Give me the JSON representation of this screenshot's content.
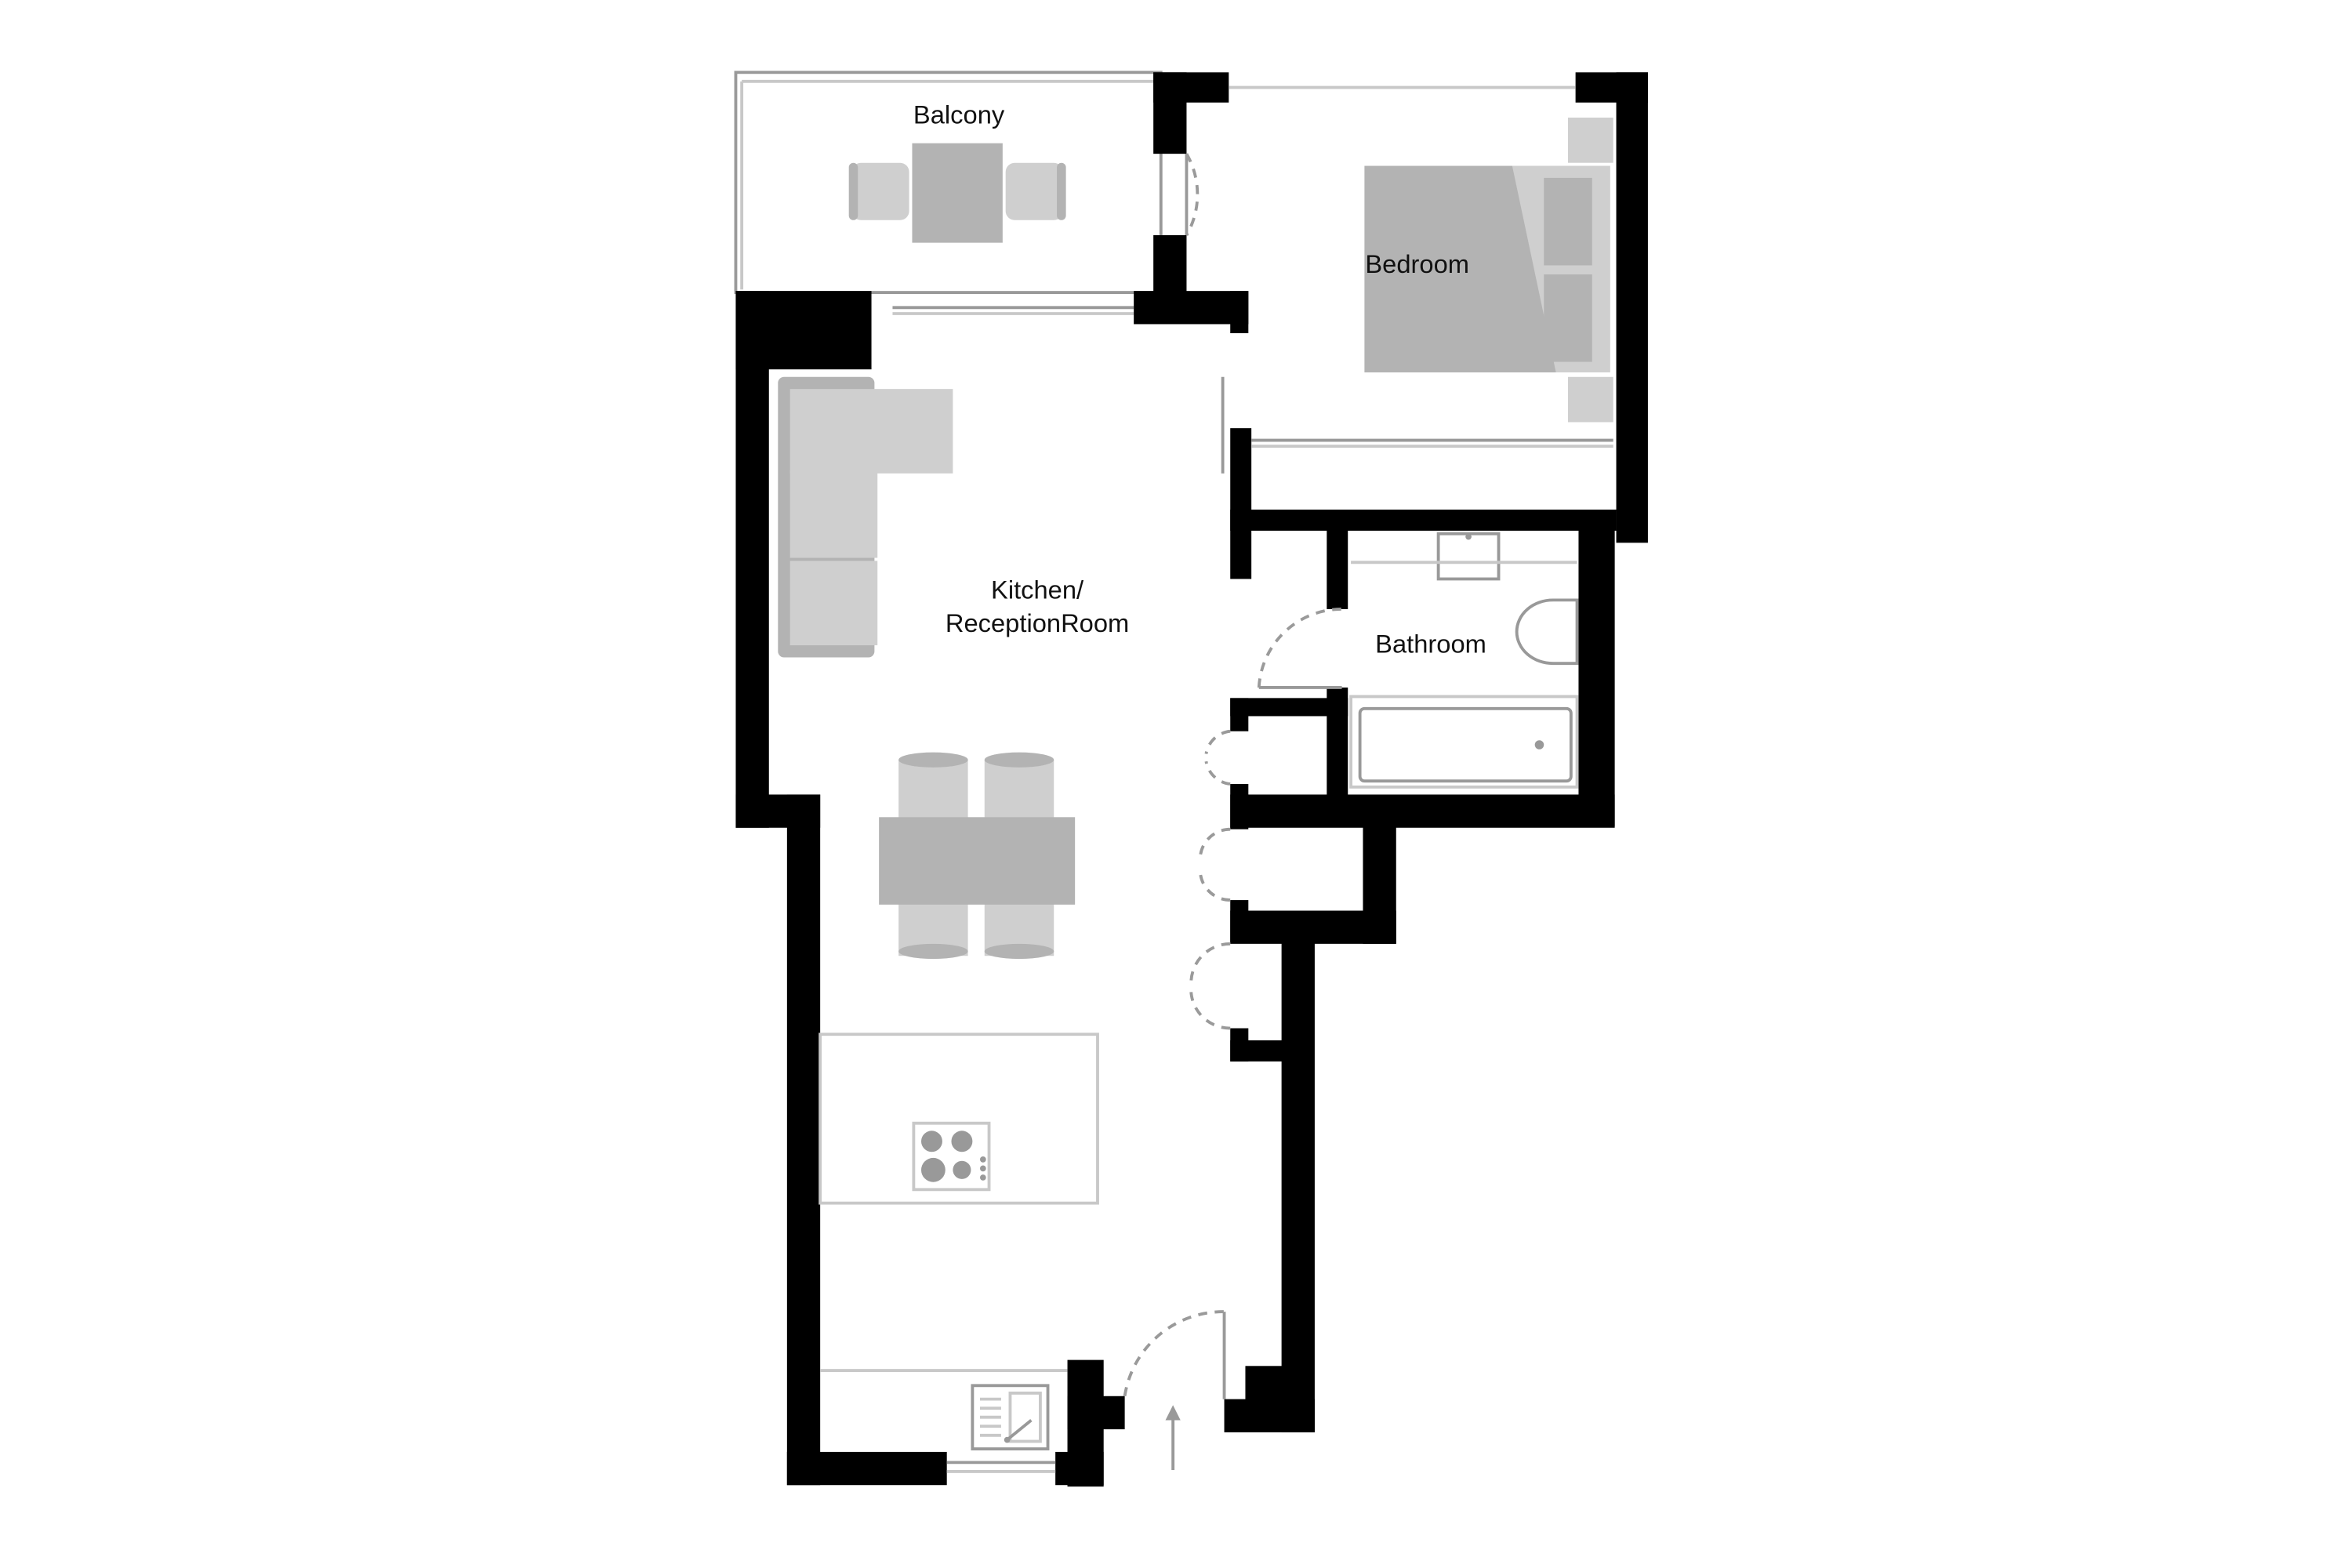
{
  "rooms": {
    "balcony": "Balcony",
    "bedroom": "Bedroom",
    "kitchen_line1": "Kitchen/",
    "kitchen_line2": "ReceptionRoom",
    "bathroom": "Bathroom"
  },
  "colors": {
    "wall": "#000000",
    "furniture": "#b3b3b3",
    "furniture_light": "#cfcfcf",
    "background": "#ffffff"
  }
}
